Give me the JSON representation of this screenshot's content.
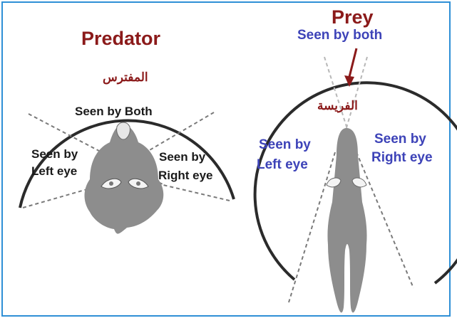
{
  "colors": {
    "border": "#2e8fd6",
    "maroon": "#8b1a1a",
    "blue": "#3d43b8",
    "animal": "#8d8d8d",
    "arc": "#2b2b2b",
    "dashed": "#7a7a7a"
  },
  "predator": {
    "title": "Predator",
    "arabic": "المفترس",
    "seen_by_both": "Seen by Both",
    "left_eye_line1": "Seen by",
    "left_eye_line2": "Left eye",
    "right_eye_line1": "Seen by",
    "right_eye_line2": "Right eye"
  },
  "prey": {
    "title": "Prey",
    "seen_by_both": "Seen by both",
    "arabic": "الفريسة",
    "left_eye_line1": "Seen by",
    "left_eye_line2": "Left eye",
    "right_eye_line1": "Seen by",
    "right_eye_line2": "Right eye"
  }
}
